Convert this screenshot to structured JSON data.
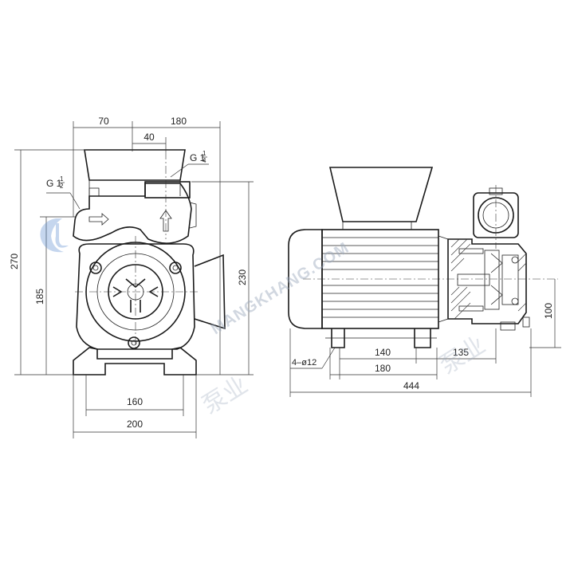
{
  "dimensions": {
    "front_width_left": "70",
    "front_width_right": "180",
    "inlet_offset": "40",
    "outlet_thread_main": "G 1",
    "outlet_thread_num": "1",
    "outlet_thread_den": "4",
    "inlet_thread_main": "G 1",
    "inlet_thread_num": "1",
    "inlet_thread_den": "2",
    "overall_height": "270",
    "shaft_height": "185",
    "outlet_height": "230",
    "base_hole_spacing": "160",
    "base_width": "200",
    "side_hole_spacing": "140",
    "side_base_length": "180",
    "pump_overhang": "135",
    "overall_length": "444",
    "pump_height": "100",
    "mounting_holes": "4–ø12"
  },
  "watermark": {
    "site": "MANGKHANG.COM",
    "logo_text_cn": "泵业"
  }
}
